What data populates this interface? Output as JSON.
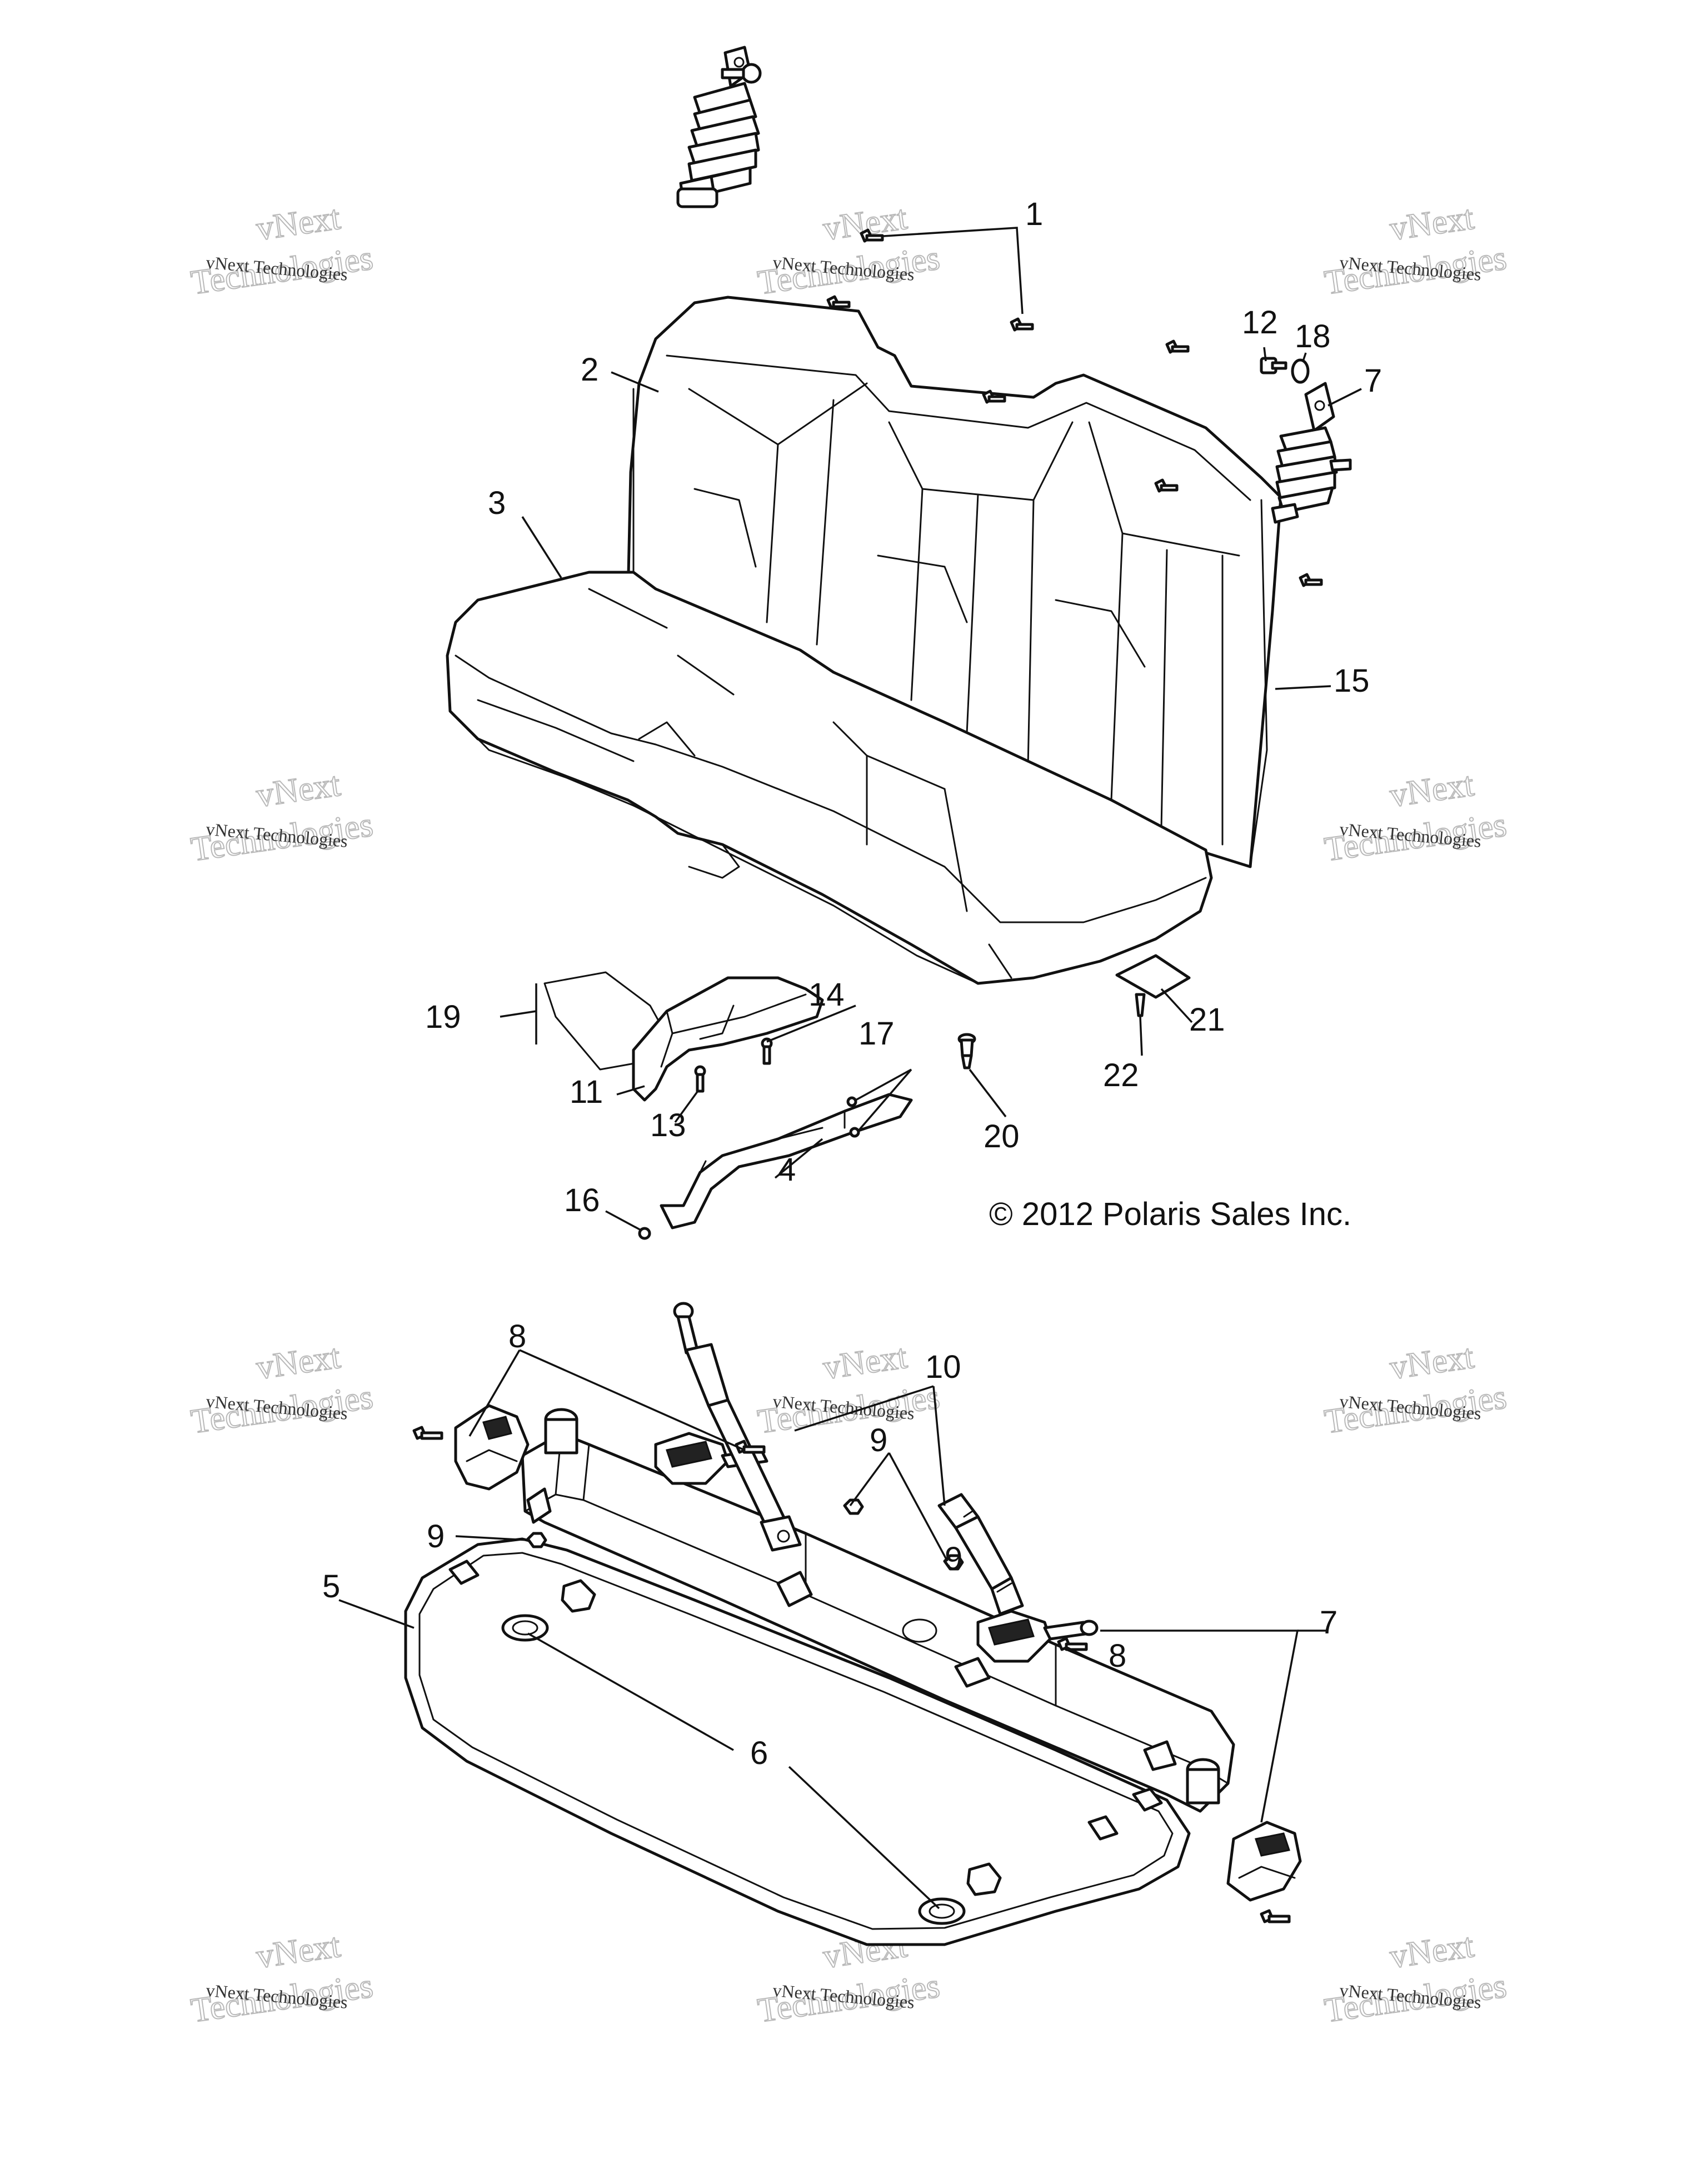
{
  "diagram": {
    "copyright": "© 2012 Polaris Sales Inc.",
    "callouts": [
      "1",
      "2",
      "3",
      "4",
      "5",
      "6",
      "7",
      "7",
      "8",
      "8",
      "9",
      "9",
      "9",
      "10",
      "11",
      "12",
      "13",
      "14",
      "15",
      "16",
      "17",
      "18",
      "19",
      "20",
      "21",
      "22"
    ],
    "watermark": {
      "brand": "vNext Technologies",
      "big": "Technologies",
      "small": "vNext"
    },
    "icons": [
      "seat-back-icon",
      "seat-bottom-icon",
      "seat-base-frame-icon",
      "seatbelt-buckle-icon",
      "seatbelt-strap-icon",
      "seat-spring-icon",
      "bolt-icon",
      "grommet-icon",
      "bracket-icon",
      "clip-icon"
    ]
  }
}
